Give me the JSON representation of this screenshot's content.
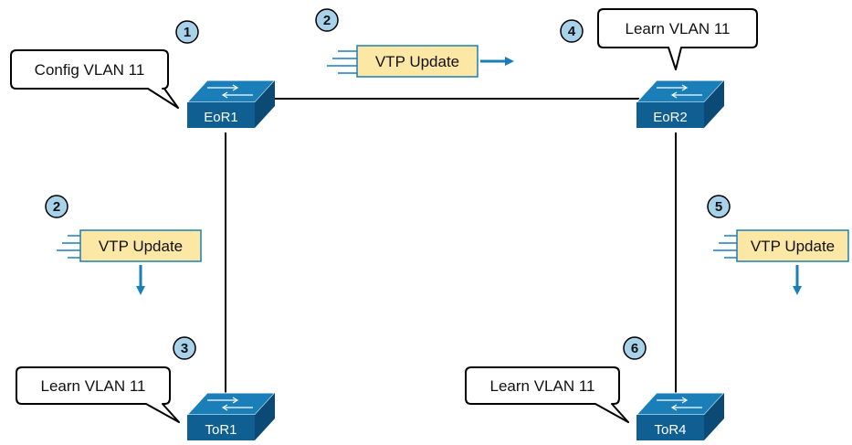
{
  "colors": {
    "switch_top": "#1a7fb8",
    "switch_front": "#0f5f92",
    "switch_side": "#0a4a74",
    "step_circle": "#a7d2ea",
    "vtp_box": "#fde7a5",
    "arrow": "#1a7fb8",
    "link": "#000000"
  },
  "switches": {
    "eor1": "EoR1",
    "eor2": "EoR2",
    "tor1": "ToR1",
    "tor4": "ToR4"
  },
  "callouts": {
    "config_eor1": "Config VLAN 11",
    "learn_eor2": "Learn VLAN 11",
    "learn_tor1": "Learn VLAN 11",
    "learn_tor4": "Learn VLAN 11"
  },
  "vtp_updates": {
    "top": "VTP Update",
    "left": "VTP Update",
    "right": "VTP Update"
  },
  "steps": {
    "config": "1",
    "update_top": "2",
    "update_left": "2",
    "learn_tor1": "3",
    "learn_eor2": "4",
    "update_right": "5",
    "learn_tor4": "6"
  }
}
